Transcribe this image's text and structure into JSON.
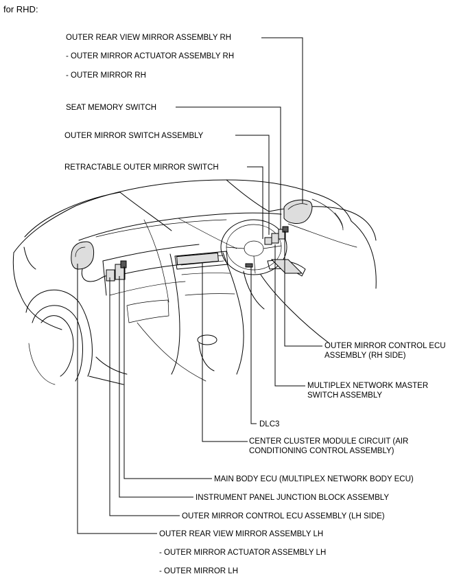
{
  "title": "for RHD:",
  "labels": {
    "outer_rear_view_mirror_rh": "OUTER REAR VIEW MIRROR ASSEMBLY RH",
    "outer_mirror_actuator_rh": "- OUTER MIRROR ACTUATOR ASSEMBLY RH",
    "outer_mirror_rh": "- OUTER MIRROR RH",
    "seat_memory_switch": "SEAT MEMORY SWITCH",
    "outer_mirror_switch_assembly": "OUTER MIRROR SWITCH ASSEMBLY",
    "retractable_outer_mirror_switch": "RETRACTABLE OUTER MIRROR SWITCH",
    "outer_mirror_control_ecu_rh_line1": "OUTER MIRROR CONTROL ECU",
    "outer_mirror_control_ecu_rh_line2": "ASSEMBLY (RH SIDE)",
    "multiplex_master_switch_line1": "MULTIPLEX NETWORK MASTER",
    "multiplex_master_switch_line2": "SWITCH ASSEMBLY",
    "dlc3": "DLC3",
    "center_cluster_line1": "CENTER CLUSTER MODULE CIRCUIT (AIR",
    "center_cluster_line2": "CONDITIONING CONTROL ASSEMBLY)",
    "main_body_ecu": "MAIN BODY ECU (MULTIPLEX NETWORK BODY ECU)",
    "instrument_panel_jb": "INSTRUMENT PANEL JUNCTION BLOCK ASSEMBLY",
    "outer_mirror_control_ecu_lh": "OUTER MIRROR CONTROL ECU ASSEMBLY (LH SIDE)",
    "outer_rear_view_mirror_lh": "OUTER REAR VIEW MIRROR ASSEMBLY LH",
    "outer_mirror_actuator_lh": "- OUTER MIRROR ACTUATOR ASSEMBLY LH",
    "outer_mirror_lh": "- OUTER MIRROR LH"
  }
}
